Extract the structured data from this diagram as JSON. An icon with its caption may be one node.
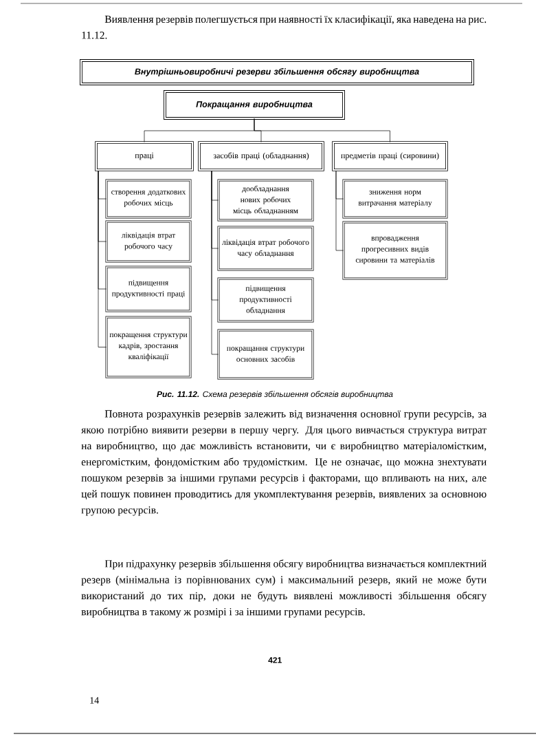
{
  "diagram": {
    "caption": "**Рис. 11.12.** Схема резервів збільшення обсягів виробництва",
    "nodes": [
      {
        "text": [
          "Внутрішньовиробничі резерви збільшення обсягу виробництва"
        ]
      },
      {
        "text": [
          "Покращання виробництва"
        ]
      },
      {
        "text": [
          "праці"
        ]
      },
      {
        "text": [
          "засобів праці (обладнання)"
        ]
      },
      {
        "text": [
          "предметів праці (сировини)"
        ]
      },
      {
        "text": [
          "створення додаткових робочих місць"
        ]
      },
      {
        "text": [
          "ліквідація втрат робочого часу"
        ]
      },
      {
        "text": [
          "підвищення продуктивності праці"
        ]
      },
      {
        "text": [
          "покращення структури кадрів, зростання кваліфікації"
        ]
      },
      {
        "text": [
          "дообладнання нових робочих місць обладнанням"
        ]
      },
      {
        "text": [
          "ліквідація втрат робочого часу обладнання"
        ]
      },
      {
        "text": [
          "підвищення продуктивності обладнання"
        ]
      },
      {
        "text": [
          "покращання структури основних засобів"
        ]
      },
      {
        "text": [
          "зниження норм витрачання матеріалу"
        ]
      },
      {
        "text": [
          "впровадження прогресивних видів сировини та матеріалів"
        ]
      }
    ],
    "edges": [
      {
        "from": 1,
        "to": 2,
        "arrow": "none"
      },
      {
        "from": 1,
        "to": 3,
        "arrow": "none"
      },
      {
        "from": 1,
        "to": 4,
        "arrow": "none"
      },
      {
        "from": 2,
        "to": 5,
        "arrow": "none"
      },
      {
        "from": 2,
        "to": 6,
        "arrow": "none"
      },
      {
        "from": 2,
        "to": 7,
        "arrow": "none"
      },
      {
        "from": 2,
        "to": 8,
        "arrow": "none"
      },
      {
        "from": 3,
        "to": 9,
        "arrow": "none"
      },
      {
        "from": 3,
        "to": 10,
        "arrow": "none"
      },
      {
        "from": 3,
        "to": 11,
        "arrow": "none"
      },
      {
        "from": 3,
        "to": 12,
        "arrow": "none"
      },
      {
        "from": 4,
        "to": 13,
        "arrow": "none"
      },
      {
        "from": 4,
        "to": 14,
        "arrow": "none"
      }
    ],
    "labels": [
      "Виявлення резервів полегшується при наявності їх класифікації, яка наведена на рис. 11.12.",
      "Повнота розрахунків резервів залежить від визначення основної групи ресурсів, за якою потрібно виявити резерви в першу чергу. Для цього вивчається структура витрат на виробництво, що дає можливість встановити, чи є виробництво матеріаломістким, енергомістким, фондомістким або трудомістким. Це не означає, що можна знехтувати пошуком резервів за іншими групами ресурсів і факторами, що впливають на них, але цей пошук повинен проводитись для укомплектування резервів, виявлених за основною групою ресурсів.",
      "При підрахунку резервів збільшення обсягу виробництва визначається комплектний резерв (мінімальна із порівнюваних сум) і максимальний резерв, який не може бути використаний до тих пір, доки не будуть виявлені можливості збільшення обсягу виробництва в такому ж розмірі і за іншими групами ресурсів.",
      "421",
      "14"
    ]
  }
}
